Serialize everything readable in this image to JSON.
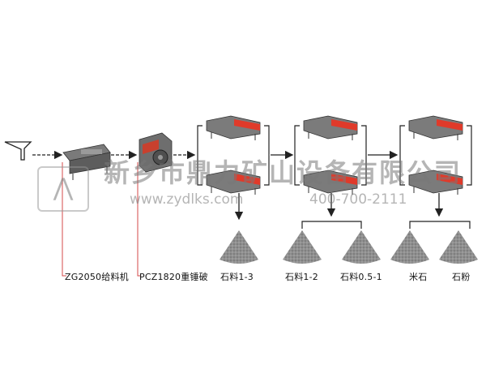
{
  "watermark": {
    "company": "新乡市鼎力矿山设备有限公司",
    "website": "www.zydlks.com",
    "phone": "400-700-2111"
  },
  "equipment": {
    "feeder": "ZG2050给料机",
    "crusher": "PCZ1820重锤破"
  },
  "products": [
    {
      "label": "石料1-3"
    },
    {
      "label": "石料1-2"
    },
    {
      "label": "石料0.5-1"
    },
    {
      "label": "米石"
    },
    {
      "label": "石粉"
    }
  ],
  "colors": {
    "line": "#222222",
    "callout": "#d44a4a",
    "machine": "#6b6b6b",
    "accent": "#e03a2a",
    "pile": "#8a8a8a"
  }
}
